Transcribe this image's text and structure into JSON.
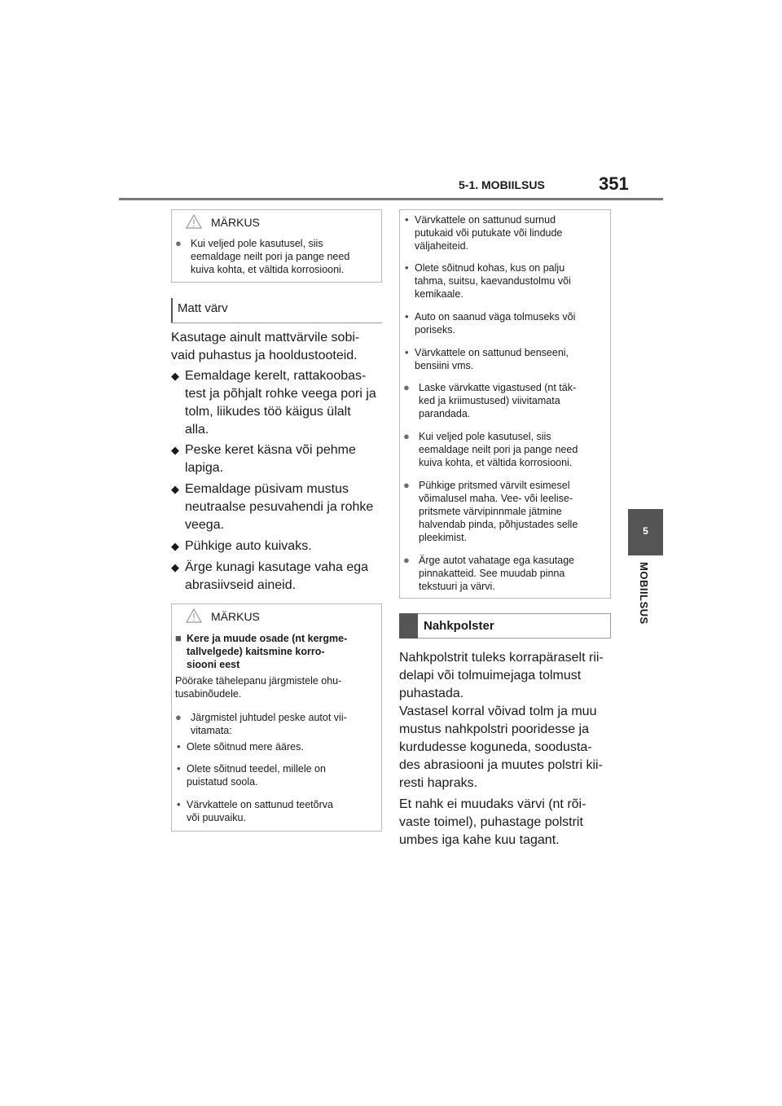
{
  "header": {
    "section": "5-1. MOBIILSUS",
    "page_number": "351"
  },
  "side_tab": {
    "number": "5",
    "label": "MOBIILSUS"
  },
  "notice1": {
    "title": "MÄRKUS",
    "bullet": "Kui veljed pole kasutusel, siis\neemaldage neilt pori ja pange need\nkuiva kohta, et vältida korrosiooni."
  },
  "matt": {
    "heading": "Matt värv",
    "intro": "Kasutage ainult mattvärvile sobi-\nvaid puhastus ja hooldustooteid.",
    "items": [
      "Eemaldage kerelt, rattakoobas-\ntest ja põhjalt rohke veega pori ja\ntolm, liikudes töö käigus ülalt\nalla.",
      "Peske keret käsna või pehme\nlapiga.",
      "Eemaldage püsivam mustus\nneutraalse pesuvahendi ja rohke\nveega.",
      "Pühkige auto kuivaks.",
      "Ärge kunagi kasutage vaha ega\nabrasiivseid aineid."
    ]
  },
  "notice2": {
    "title": "MÄRKUS",
    "subheading": "Kere ja muude osade (nt kergme-\ntallvelgede) kaitsmine korro-\nsiooni eest",
    "intro": "Pöörake tähelepanu järgmistele ohu-\ntusabinõudele.",
    "bullet": "Järgmistel juhtudel peske autot vii-\nvitamata:",
    "dashes": [
      "Olete sõitnud mere ääres.",
      "Olete sõitnud teedel, millele on\npuistatud soola.",
      "Värvkattele on sattunud teetõrva\nvõi puuvaiku."
    ]
  },
  "notice_cont": {
    "dashes": [
      "Värvkattele on sattunud surnud\nputukaid või putukate või lindude\nväljaheiteid.",
      "Olete sõitnud kohas, kus on palju\ntahma, suitsu, kaevandustolmu või\nkemikaale.",
      "Auto on saanud väga tolmuseks või\nporiseks.",
      "Värvkattele on sattunud benseeni,\nbensiini vms."
    ],
    "bullets": [
      "Laske värvkatte vigastused (nt täk-\nked ja kriimustused) viivitamata\nparandada.",
      "Kui veljed pole kasutusel, siis\neemaldage neilt pori ja pange need\nkuiva kohta, et vältida korrosiooni.",
      "Pühkige pritsmed värvilt esimesel\nvõimalusel maha. Vee- või leelise-\npritsmete värvipinnmale jätmine\nhalvendab pinda, põhjustades selle\npleekimist.",
      "Ärge autot vahatage ega kasutage\npinnakatteid. See muudab pinna\ntekstuuri ja värvi."
    ]
  },
  "nahk": {
    "heading": "Nahkpolster",
    "paragraphs": [
      "Nahkpolstrit tuleks korrapäraselt rii-\ndelapi või tolmuimejaga tolmust\npuhastada.",
      "Vastasel korral võivad tolm ja muu\nmustus nahkpolstri pooridesse ja\nkurdudesse koguneda, soodusta-\ndes abrasiooni ja muutes polstri kii-\nresti hapraks.",
      "Et nahk ei muudaks värvi (nt rõi-\nvaste toimel), puhastage polstrit\numbes iga kahe kuu tagant."
    ]
  }
}
